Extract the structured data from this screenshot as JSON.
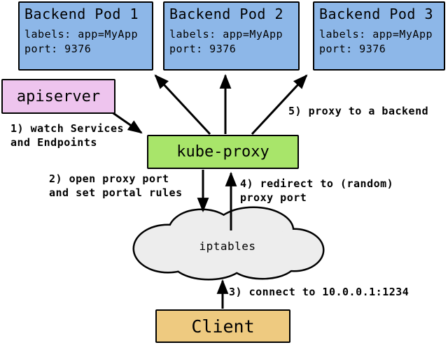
{
  "diagram": {
    "pods": [
      {
        "title": "Backend Pod 1",
        "labels_line": "labels: app=MyApp",
        "port_line": "port: 9376"
      },
      {
        "title": "Backend Pod 2",
        "labels_line": "labels: app=MyApp",
        "port_line": "port: 9376"
      },
      {
        "title": "Backend Pod 3",
        "labels_line": "labels: app=MyApp",
        "port_line": "port: 9376"
      }
    ],
    "apiserver_label": "apiserver",
    "kube_proxy_label": "kube-proxy",
    "iptables_label": "iptables",
    "client_label": "Client",
    "steps": {
      "step1": "1) watch Services\nand Endpoints",
      "step2": "2) open proxy port\nand set portal rules",
      "step3": "3) connect to 10.0.0.1:1234",
      "step4": "4) redirect to (random)\nproxy port",
      "step5": "5) proxy to a backend"
    },
    "colors": {
      "pod_fill": "#8db7e8",
      "apiserver_fill": "#eec4ee",
      "kube_proxy_fill": "#a8e56a",
      "client_fill": "#eeca80",
      "cloud_fill": "#ededed",
      "stroke": "#000000"
    }
  }
}
